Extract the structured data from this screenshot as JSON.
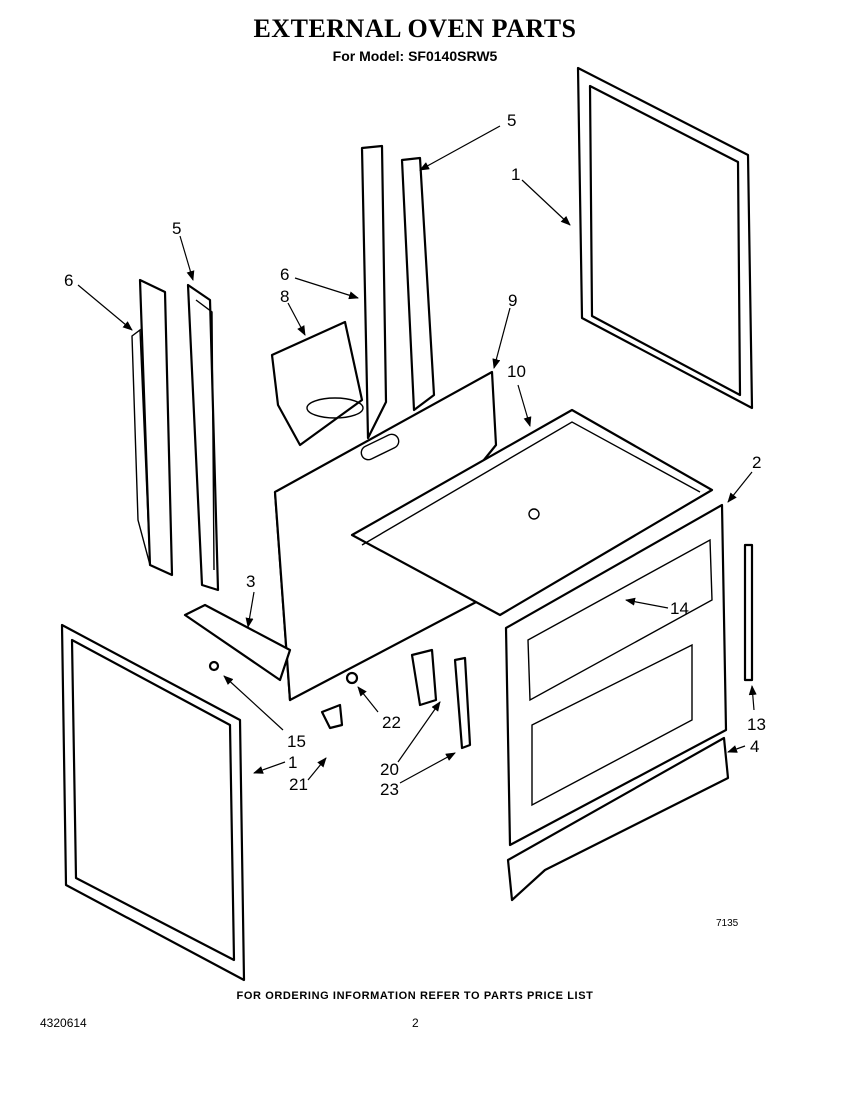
{
  "title": "EXTERNAL OVEN PARTS",
  "subtitle": "For Model: SF0140SRW5",
  "footer": "FOR ORDERING INFORMATION REFER TO PARTS PRICE LIST",
  "doc_number": "4320614",
  "page_number": "2",
  "drawing_number": "7135",
  "callouts": [
    {
      "id": "c5a",
      "label": "5"
    },
    {
      "id": "c1a",
      "label": "1"
    },
    {
      "id": "c5b",
      "label": "5"
    },
    {
      "id": "c6a",
      "label": "6"
    },
    {
      "id": "c6b",
      "label": "6"
    },
    {
      "id": "c8",
      "label": "8"
    },
    {
      "id": "c9",
      "label": "9"
    },
    {
      "id": "c10",
      "label": "10"
    },
    {
      "id": "c2",
      "label": "2"
    },
    {
      "id": "c3",
      "label": "3"
    },
    {
      "id": "c14",
      "label": "14"
    },
    {
      "id": "c15",
      "label": "15"
    },
    {
      "id": "c1b",
      "label": "1"
    },
    {
      "id": "c21",
      "label": "21"
    },
    {
      "id": "c22",
      "label": "22"
    },
    {
      "id": "c20",
      "label": "20"
    },
    {
      "id": "c23",
      "label": "23"
    },
    {
      "id": "c13",
      "label": "13"
    },
    {
      "id": "c4",
      "label": "4"
    }
  ]
}
